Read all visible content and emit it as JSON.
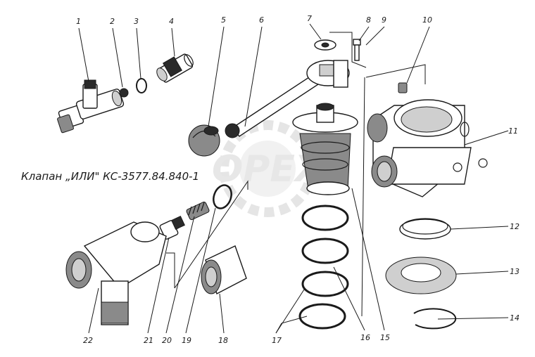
{
  "diagram": {
    "title": "Клапан „ИЛИ\" КС-3577.84.840-1",
    "watermark": "ОРЕХ",
    "watermark_color": "#d9d9d9",
    "ink_color": "#1a1a1a",
    "part_numbers": [
      "1",
      "2",
      "3",
      "4",
      "5",
      "6",
      "7",
      "8",
      "9",
      "10",
      "11",
      "12",
      "13",
      "14",
      "15",
      "16",
      "17",
      "18",
      "19",
      "20",
      "21",
      "22"
    ]
  }
}
